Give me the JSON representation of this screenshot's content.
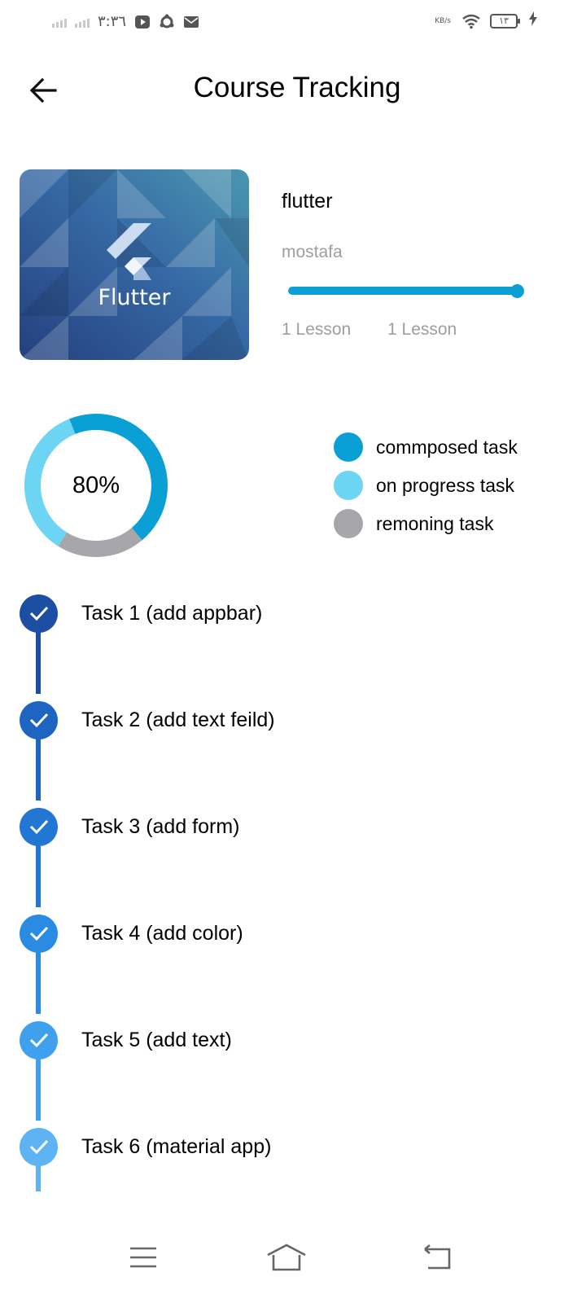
{
  "status_bar": {
    "time": "٣:٣٦",
    "speed_unit": "KB/s",
    "battery": "١٣",
    "icons": [
      "signal-icon",
      "youtube-icon",
      "sync-icon",
      "mail-icon",
      "wifi-icon",
      "battery-icon",
      "charging-icon"
    ]
  },
  "appbar": {
    "title": "Course Tracking",
    "back_icon": "arrow-left-icon"
  },
  "course": {
    "thumbnail_text": "Flutter",
    "name": "flutter",
    "author": "mostafa",
    "progress": 1.0,
    "lesson_left": "1 Lesson",
    "lesson_right": "1 Lesson"
  },
  "donut": {
    "percent_label": "80%",
    "segments": [
      {
        "name": "commposed task",
        "fraction": 0.45,
        "color": "#0aa0d6"
      },
      {
        "name": "remoning task",
        "fraction": 0.2,
        "color": "#a7a6ab"
      },
      {
        "name": "on progress task",
        "fraction": 0.35,
        "color": "#6dd5f4"
      }
    ]
  },
  "legend": [
    {
      "label": "commposed task",
      "color": "#0aa0d6"
    },
    {
      "label": "on progress task",
      "color": "#6dd5f4"
    },
    {
      "label": "remoning task",
      "color": "#a7a6ab"
    }
  ],
  "tasks": [
    {
      "label": "Task 1 (add appbar)",
      "color": "#1c4fa3"
    },
    {
      "label": "Task 2 (add text feild)",
      "color": "#1e64c1"
    },
    {
      "label": "Task 3 (add form)",
      "color": "#2277d4"
    },
    {
      "label": "Task 4 (add color)",
      "color": "#2a8be3"
    },
    {
      "label": "Task 5 (add text)",
      "color": "#3fa0ee"
    },
    {
      "label": "Task 6 (material app)",
      "color": "#5eb4f3"
    }
  ],
  "nav_bar": {
    "icons": [
      "menu-icon",
      "home-icon",
      "back-icon"
    ]
  }
}
